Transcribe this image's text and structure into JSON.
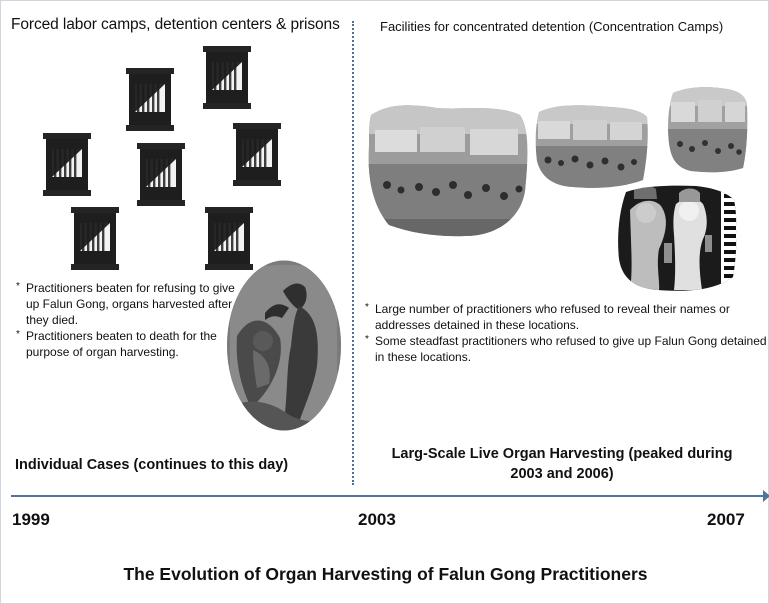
{
  "headers": {
    "left": "Forced labor camps, detention centers & prisons",
    "right": "Facilities for concentrated detention (Concentration Camps)"
  },
  "left_section": {
    "bullets": [
      "Practitioners beaten for refusing to give up Falun Gong, organs harvested after they died.",
      "Practitioners beaten to death for the purpose of organ harvesting."
    ],
    "phase_label": "Individual Cases (continues to this day)",
    "icons": [
      "prison-cell-icon",
      "prison-cell-icon",
      "prison-cell-icon",
      "prison-cell-icon",
      "prison-cell-icon",
      "prison-cell-icon",
      "prison-cell-icon"
    ]
  },
  "right_section": {
    "bullets": [
      "Large number of practitioners who refused to reveal their names or addresses detained in these locations.",
      "Some steadfast practitioners who refused to give up Falun Gong detained in these locations."
    ],
    "phase_label": "Larg-Scale Live Organ Harvesting (peaked during 2003 and 2006)"
  },
  "timeline": {
    "years": [
      "1999",
      "2003",
      "2007"
    ]
  },
  "footer": {
    "title": "The Evolution of Organ Harvesting of Falun Gong Practitioners"
  },
  "colors": {
    "divider": "#4d6f95",
    "timeline": "#52749a"
  }
}
